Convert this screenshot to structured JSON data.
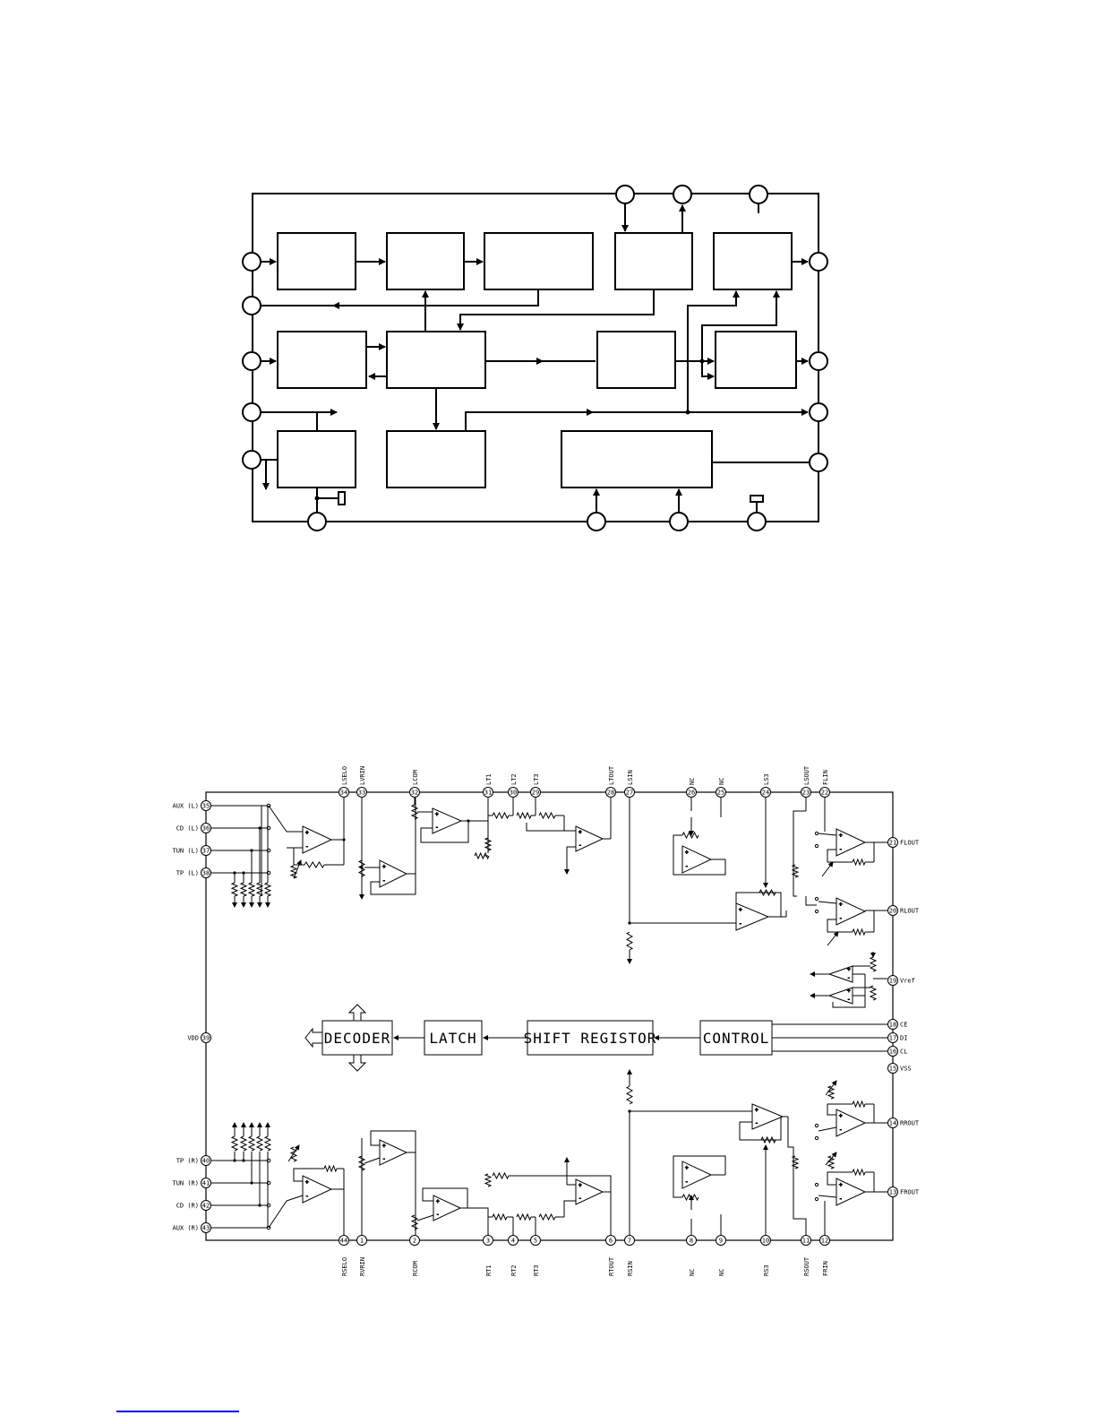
{
  "diagram_bottom": {
    "blocks": {
      "decoder": "DECODER",
      "latch": "LATCH",
      "shift_register": "SHIFT REGISTOR",
      "control": "CONTROL"
    },
    "pins_left": [
      {
        "num": "35",
        "name": "AUX (L)"
      },
      {
        "num": "36",
        "name": "CD (L)"
      },
      {
        "num": "37",
        "name": "TUN (L)"
      },
      {
        "num": "38",
        "name": "TP (L)"
      },
      {
        "num": "39",
        "name": "VDD"
      },
      {
        "num": "40",
        "name": "TP (R)"
      },
      {
        "num": "41",
        "name": "TUN (R)"
      },
      {
        "num": "42",
        "name": "CD (R)"
      },
      {
        "num": "43",
        "name": "AUX (R)"
      }
    ],
    "pins_top": [
      {
        "num": "34",
        "name": "LSELO"
      },
      {
        "num": "33",
        "name": "LVRIN"
      },
      {
        "num": "32",
        "name": "LCOM"
      },
      {
        "num": "31",
        "name": "LT1"
      },
      {
        "num": "30",
        "name": "LT2"
      },
      {
        "num": "29",
        "name": "LT3"
      },
      {
        "num": "28",
        "name": "LTOUT"
      },
      {
        "num": "27",
        "name": "LSIN"
      },
      {
        "num": "26",
        "name": "NC"
      },
      {
        "num": "25",
        "name": "NC"
      },
      {
        "num": "24",
        "name": "LS3"
      },
      {
        "num": "23",
        "name": "LSOUT"
      },
      {
        "num": "22",
        "name": "FLIN"
      }
    ],
    "pins_right": [
      {
        "num": "21",
        "name": "FLOUT"
      },
      {
        "num": "20",
        "name": "RLOUT"
      },
      {
        "num": "19",
        "name": "Vref"
      },
      {
        "num": "18",
        "name": "CE"
      },
      {
        "num": "17",
        "name": "DI"
      },
      {
        "num": "16",
        "name": "CL"
      },
      {
        "num": "15",
        "name": "VSS"
      },
      {
        "num": "14",
        "name": "RROUT"
      },
      {
        "num": "13",
        "name": "FROUT"
      }
    ],
    "pins_bottom": [
      {
        "num": "44",
        "name": "RSELO"
      },
      {
        "num": "1",
        "name": "RVRIN"
      },
      {
        "num": "2",
        "name": "RCOM"
      },
      {
        "num": "3",
        "name": "RT1"
      },
      {
        "num": "4",
        "name": "RT2"
      },
      {
        "num": "5",
        "name": "RT3"
      },
      {
        "num": "6",
        "name": "RTOUT"
      },
      {
        "num": "7",
        "name": "RSIN"
      },
      {
        "num": "8",
        "name": "NC"
      },
      {
        "num": "9",
        "name": "NC"
      },
      {
        "num": "10",
        "name": "RS3"
      },
      {
        "num": "11",
        "name": "RSOUT"
      },
      {
        "num": "12",
        "name": "FRIN"
      }
    ]
  },
  "colors": {
    "ink": "#000000",
    "link": "#0000ee"
  }
}
